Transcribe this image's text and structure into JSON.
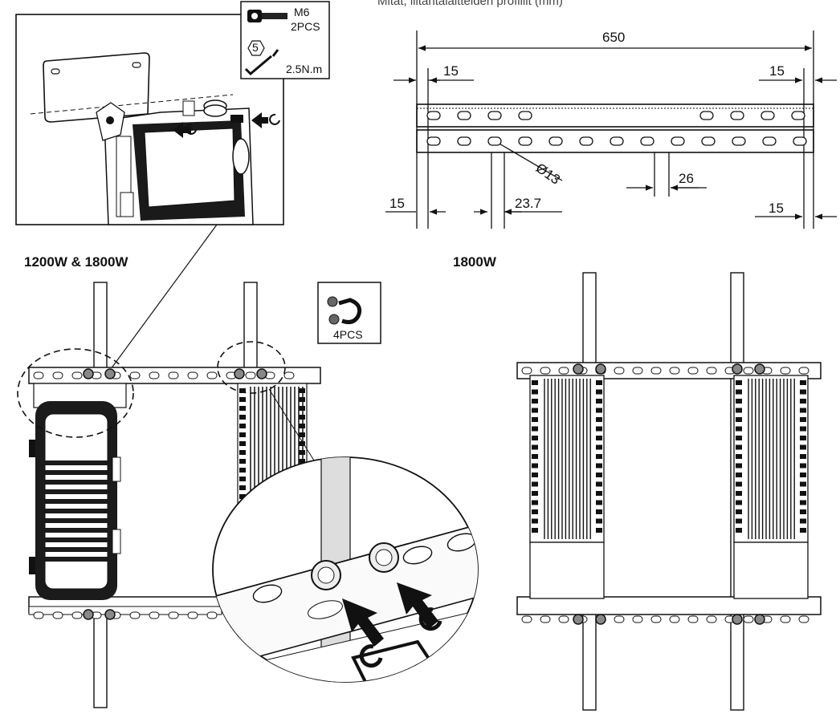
{
  "header_text": "Mitat, liitäntälaitteiden profiilit (mm)",
  "dimensions": {
    "total": "650",
    "top_left": "15",
    "top_right": "15",
    "bottom_left": "15",
    "bottom_right": "15",
    "hole_diameter": "Ø13",
    "hole_pitch": "26",
    "hole_spacing": "23.7"
  },
  "callout": {
    "bolt_spec": "M6",
    "bolt_qty": "2PCS",
    "hex_key_size": "5",
    "torque": "2.5N.m"
  },
  "ubolt": {
    "qty": "4PCS"
  },
  "labels": {
    "left_model": "1200W & 1800W",
    "right_model": "1800W"
  },
  "icons": [
    "bolt-icon",
    "hex-key-icon",
    "u-bolt-icon",
    "rotate-clockwise-icon",
    "push-arrow-icon"
  ]
}
